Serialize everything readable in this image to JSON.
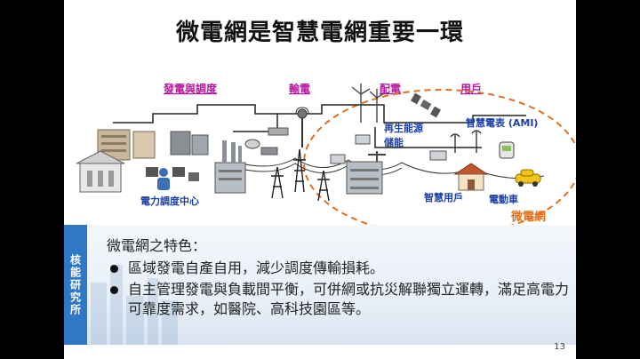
{
  "title": "微電網是智慧電網重要一環",
  "sections": {
    "generation": "發電與調度",
    "transmission": "輸電",
    "distribution": "配電",
    "customer": "用戶"
  },
  "labels": {
    "control_center": "電力調度中心",
    "renewable": "再生能源",
    "storage": "儲能",
    "smart_meter": "智慧電表 (AMI)",
    "smart_customer": "智慧用戶",
    "ev": "電動車",
    "microgrid": "微電網"
  },
  "features": {
    "heading": "微電網之特色：",
    "items": [
      "區域發電自產自用，減少調度傳輸損耗。",
      "自主管理發電與負載間平衡，可併網或抗災解聯獨立運轉，滿足高電力可靠度需求，如醫院、高科技園區等。"
    ]
  },
  "side_tag": "核能研究所",
  "page_number": "13",
  "colors": {
    "section_label": "#b5179e",
    "blue_label": "#1a3fa8",
    "microgrid": "#e0701e",
    "side_tag": "#2f78c4"
  }
}
